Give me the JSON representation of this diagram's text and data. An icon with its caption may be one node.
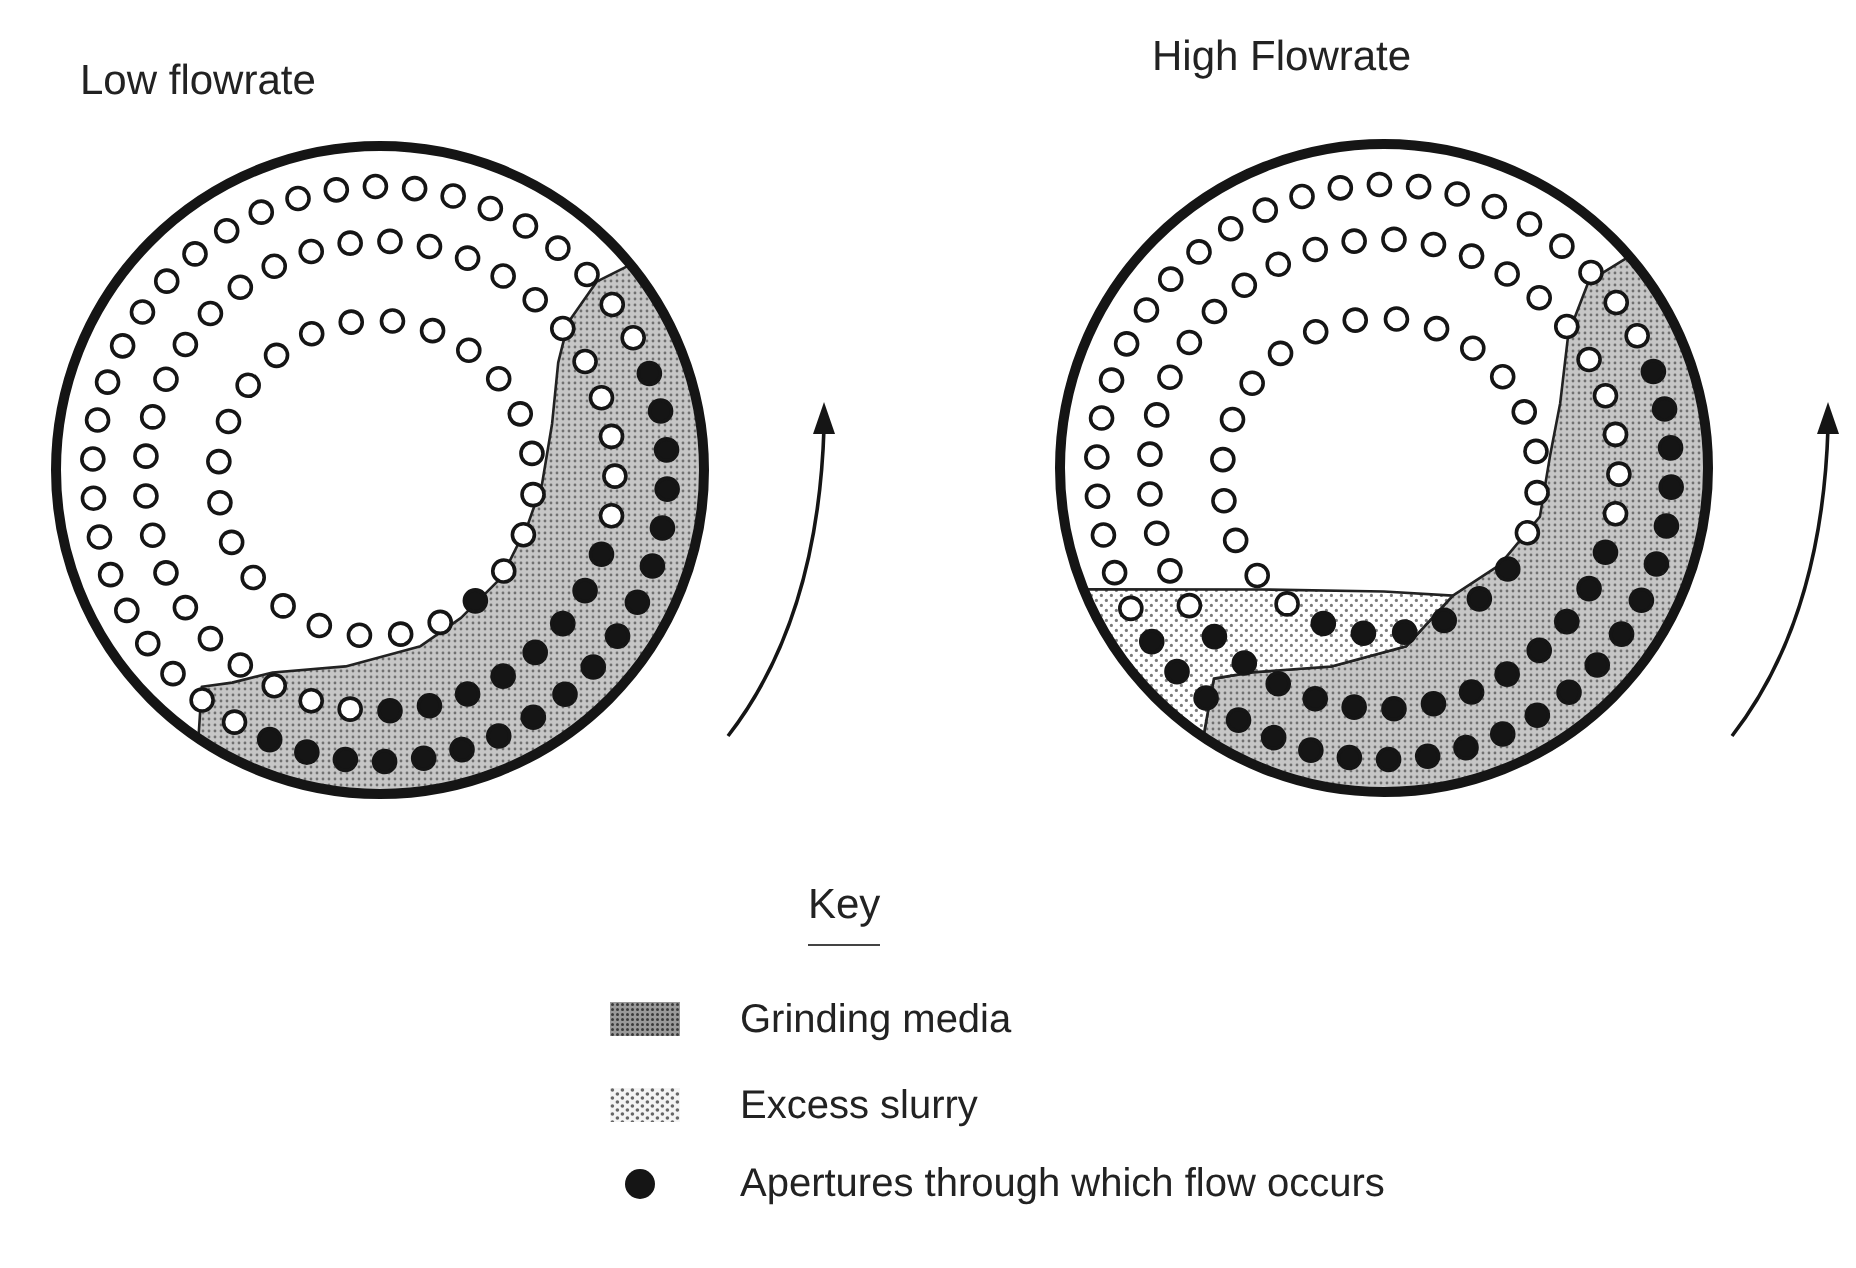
{
  "diagram": {
    "nodes": [
      {
        "text": [
          "Low flowrate"
        ]
      },
      {
        "text": [
          "High Flowrate"
        ]
      }
    ],
    "edges": [],
    "labels": [
      "Key"
    ],
    "legend": [
      {
        "text": "Grinding media"
      },
      {
        "text": "Excess slurry"
      },
      {
        "text": "Apertures through which flow occurs"
      }
    ]
  }
}
